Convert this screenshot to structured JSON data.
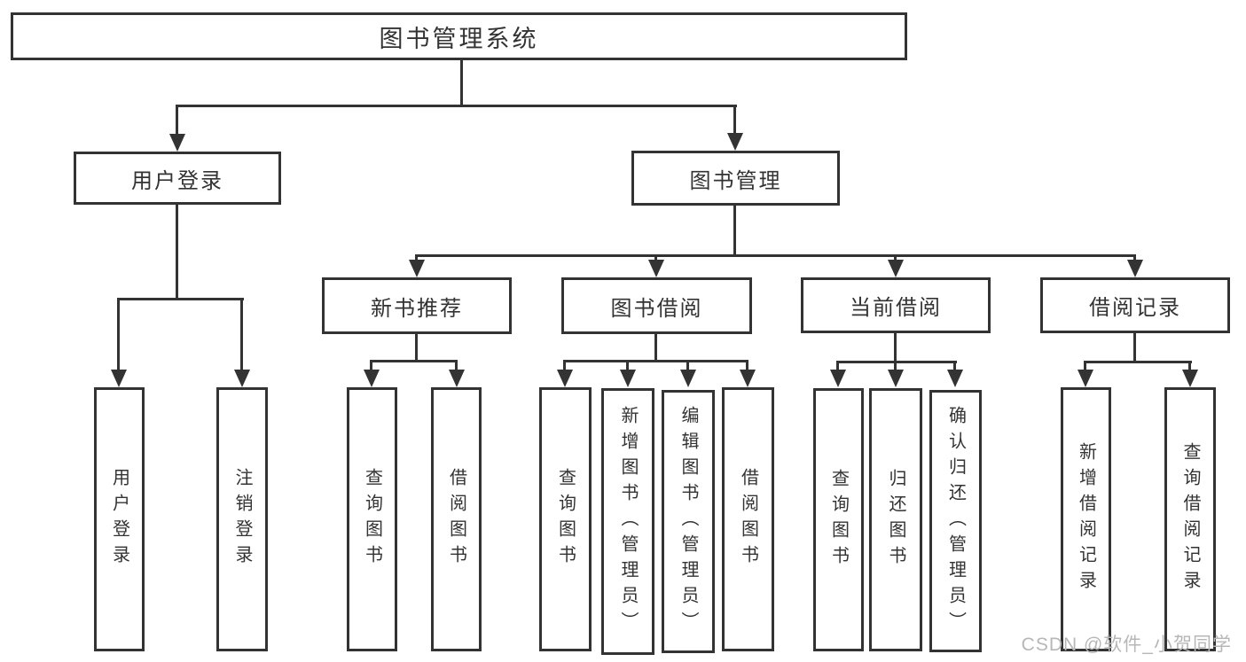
{
  "diagram": {
    "title": "图书管理系统",
    "tree": {
      "label": "图书管理系统",
      "children": [
        {
          "label": "用户登录",
          "children": [
            {
              "label": "用户登录"
            },
            {
              "label": "注销登录"
            }
          ]
        },
        {
          "label": "图书管理",
          "children": [
            {
              "label": "新书推荐",
              "children": [
                {
                  "label": "查询图书"
                },
                {
                  "label": "借阅图书"
                }
              ]
            },
            {
              "label": "图书借阅",
              "children": [
                {
                  "label": "查询图书"
                },
                {
                  "label": "新增图书（管理员）"
                },
                {
                  "label": "编辑图书（管理员）"
                },
                {
                  "label": "借阅图书"
                }
              ]
            },
            {
              "label": "当前借阅",
              "children": [
                {
                  "label": "查询图书"
                },
                {
                  "label": "归还图书"
                },
                {
                  "label": "确认归还（管理员）"
                }
              ]
            },
            {
              "label": "借阅记录",
              "children": [
                {
                  "label": "新增借阅记录"
                },
                {
                  "label": "查询借阅记录"
                }
              ]
            }
          ]
        }
      ]
    },
    "watermark": "CSDN @软件_小贺同学",
    "colors": {
      "line": "#333333",
      "text": "#333333",
      "box_background": "#ffffff",
      "watermark": "#b7b7b7"
    }
  }
}
